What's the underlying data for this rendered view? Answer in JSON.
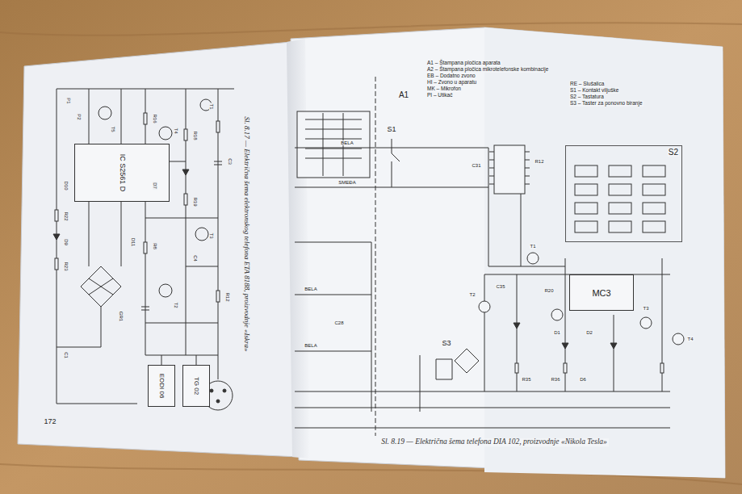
{
  "diagram": {
    "caption": "Sl. 8.19 — Električna šema telefona DIA 102, proizvodnje «Nikola Tesla»",
    "nodes": [
      {
        "text": [
          "IC S2561 D"
        ]
      },
      {
        "text": [
          "EODI 06"
        ]
      },
      {
        "text": [
          "TG 02"
        ]
      },
      {
        "text": [
          "MC3"
        ]
      },
      {
        "text": [
          "S2"
        ]
      }
    ],
    "labels": [
      "Sl. 8.17 — Električna šema elektronskog telefona ETA 8188, proizvodnje «Iskra»",
      "172",
      "P1",
      "P2",
      "T5",
      "T4",
      "T3",
      "T2",
      "T1",
      "C3",
      "R16",
      "R18",
      "D9",
      "D10",
      "C4",
      "R8",
      "R12",
      "GR1",
      "C1",
      "R22",
      "R23",
      "D11",
      "R19",
      "D7",
      "A1",
      "S1",
      "BELA",
      "SMEĐA",
      "BELA",
      "BELA",
      "S3",
      "C28",
      "A1 – Štampana pločica aparata",
      "A2 – Štampana pločica mikrotelefonske kombinacije",
      "EB – Dodatno zvono",
      "HI – Zvono u aparatu",
      "MK – Mikrofon",
      "PI – Utikač",
      "RE – Slušalica",
      "S1 – Kontakt viljuške",
      "S2 – Tastatura",
      "S3 – Taster za ponovno biranje",
      "C31",
      "R12",
      "C35",
      "R20",
      "D1",
      "D2",
      "R35",
      "R36",
      "D6",
      "T1",
      "T2",
      "T3",
      "T4"
    ]
  }
}
